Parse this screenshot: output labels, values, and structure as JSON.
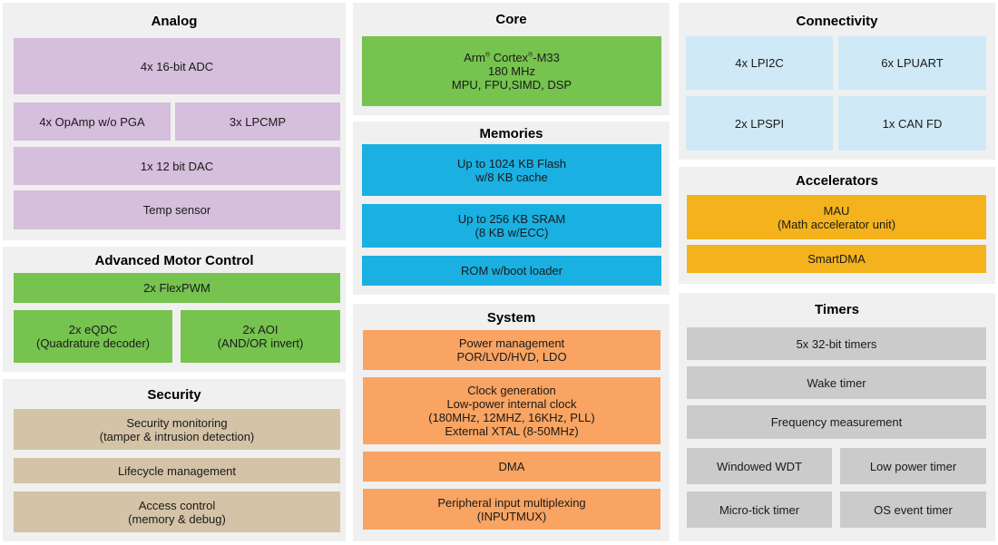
{
  "analog": {
    "title": "Analog",
    "adc": "4x 16-bit ADC",
    "opamp": "4x OpAmp w/o PGA",
    "lpcmp": "3x LPCMP",
    "dac": "1x 12 bit DAC",
    "temp": "Temp sensor"
  },
  "motor": {
    "title": "Advanced Motor Control",
    "flexpwm": "2x FlexPWM",
    "eqdc_line1": "2x eQDC",
    "eqdc_line2": "(Quadrature decoder)",
    "aoi_line1": "2x AOI",
    "aoi_line2": "(AND/OR invert)"
  },
  "security": {
    "title": "Security",
    "monitor_line1": "Security monitoring",
    "monitor_line2": "(tamper & intrusion detection)",
    "lifecycle": "Lifecycle management",
    "access_line1": "Access control",
    "access_line2": "(memory & debug)"
  },
  "core": {
    "title": "Core",
    "arm": "Arm",
    "reg": "®",
    "cortex": " Cortex",
    "reg2": "®",
    "m33": "-M33",
    "freq": "180 MHz",
    "features": "MPU, FPU,SIMD, DSP"
  },
  "memories": {
    "title": "Memories",
    "flash_line1": "Up to 1024 KB Flash",
    "flash_line2": "w/8 KB cache",
    "sram_line1": "Up to 256 KB SRAM",
    "sram_line2": "(8 KB w/ECC)",
    "rom": "ROM w/boot loader"
  },
  "system": {
    "title": "System",
    "power_line1": "Power management",
    "power_line2": "POR/LVD/HVD, LDO",
    "clock_line1": "Clock generation",
    "clock_line2": "Low-power internal clock",
    "clock_line3": "(180MHz, 12MHZ, 16KHz, PLL)",
    "clock_line4": "External XTAL (8-50MHz)",
    "dma": "DMA",
    "inputmux_line1": "Peripheral input multiplexing",
    "inputmux_line2": "(INPUTMUX)"
  },
  "connectivity": {
    "title": "Connectivity",
    "lpi2c": "4x LPI2C",
    "lpuart": "6x LPUART",
    "lpspi": "2x LPSPI",
    "can": "1x CAN FD"
  },
  "accelerators": {
    "title": "Accelerators",
    "mau_line1": "MAU",
    "mau_line2": "(Math accelerator unit)",
    "smartdma": "SmartDMA"
  },
  "timers": {
    "title": "Timers",
    "t32": "5x 32-bit timers",
    "wake": "Wake timer",
    "freq": "Frequency measurement",
    "wwdt": "Windowed WDT",
    "lowpower": "Low power timer",
    "microtick": "Micro-tick timer",
    "osevent": "OS event timer"
  }
}
